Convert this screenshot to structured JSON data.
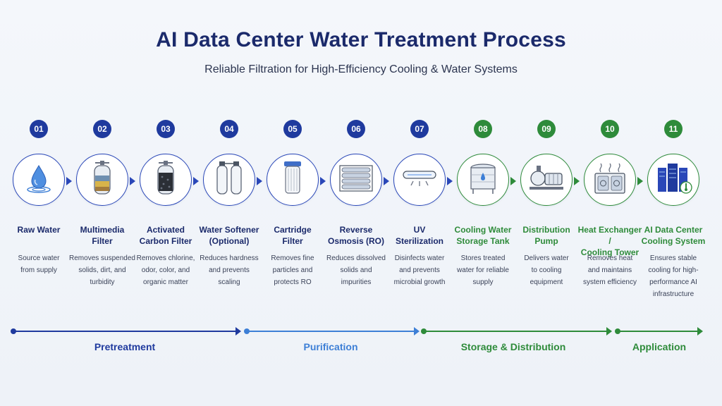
{
  "title": "AI Data Center Water Treatment Process",
  "subtitle": "Reliable Filtration for High-Efficiency Cooling & Water Systems",
  "colors": {
    "blue_dark": "#1f3a9e",
    "blue_light": "#3d7fd6",
    "green": "#2e8b3a"
  },
  "steps": [
    {
      "num": "01",
      "name": "Raw Water",
      "desc": "Source water\nfrom supply",
      "icon": "water-drop-icon"
    },
    {
      "num": "02",
      "name": "Multimedia\nFilter",
      "desc": "Removes suspended\nsolids, dirt, and\nturbidity",
      "icon": "multimedia-filter-icon"
    },
    {
      "num": "03",
      "name": "Activated\nCarbon Filter",
      "desc": "Removes chlorine,\nodor, color, and\norganic matter",
      "icon": "carbon-filter-icon"
    },
    {
      "num": "04",
      "name": "Water Softener\n(Optional)",
      "desc": "Reduces hardness\nand prevents\nscaling",
      "icon": "softener-tanks-icon"
    },
    {
      "num": "05",
      "name": "Cartridge\nFilter",
      "desc": "Removes fine\nparticles and\nprotects RO",
      "icon": "cartridge-filter-icon"
    },
    {
      "num": "06",
      "name": "Reverse\nOsmosis (RO)",
      "desc": "Reduces dissolved\nsolids and\nimpurities",
      "icon": "ro-membrane-icon"
    },
    {
      "num": "07",
      "name": "UV\nSterilization",
      "desc": "Disinfects water\nand prevents\nmicrobial growth",
      "icon": "uv-lamp-icon"
    },
    {
      "num": "08",
      "name": "Cooling Water\nStorage Tank",
      "desc": "Stores treated\nwater for reliable\nsupply",
      "icon": "storage-tank-icon"
    },
    {
      "num": "09",
      "name": "Distribution\nPump",
      "desc": "Delivers water\nto cooling\nequipment",
      "icon": "pump-icon"
    },
    {
      "num": "10",
      "name": "Heat Exchanger /\nCooling Tower",
      "desc": "Removes heat\nand maintains\nsystem efficiency",
      "icon": "cooling-tower-icon"
    },
    {
      "num": "11",
      "name": "AI Data Center\nCooling System",
      "desc": "Ensures stable\ncooling for high-\nperformance AI\ninfrastructure",
      "icon": "server-rack-icon"
    }
  ],
  "phases": [
    {
      "label": "Pretreatment"
    },
    {
      "label": "Purification"
    },
    {
      "label": "Storage & Distribution"
    },
    {
      "label": "Application"
    }
  ]
}
